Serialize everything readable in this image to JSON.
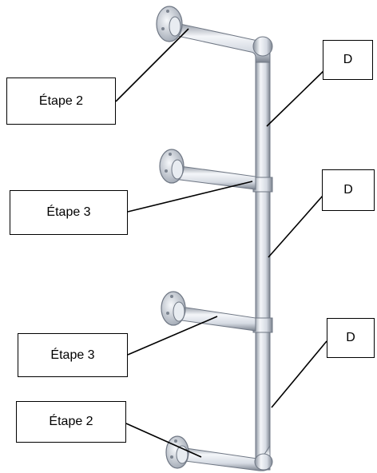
{
  "labels": {
    "step2_top": "Étape 2",
    "step3_upper": "Étape 3",
    "step3_lower": "Étape 3",
    "step2_bottom": "Étape 2",
    "d_top": "D",
    "d_middle": "D",
    "d_bottom": "D"
  },
  "colors": {
    "pipe_fill": "#e4e8ef",
    "pipe_edge": "#6f7784",
    "pipe_highlight": "#ffffff",
    "line": "#000000"
  }
}
